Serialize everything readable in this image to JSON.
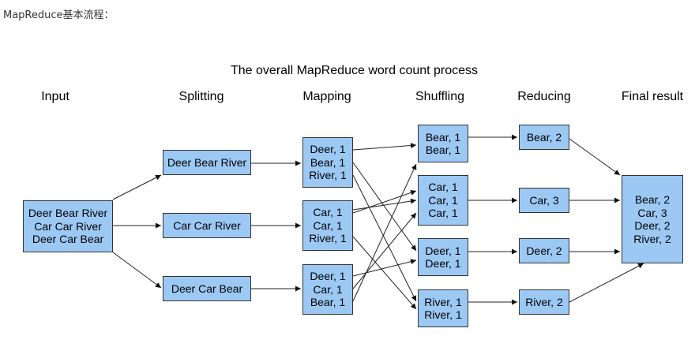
{
  "caption": "MapReduce基本流程：",
  "diagram": {
    "title": "The overall MapReduce word count process",
    "stages": [
      "Input",
      "Splitting",
      "Mapping",
      "Shuffling",
      "Reducing",
      "Final result"
    ],
    "input": [
      "Deer Bear River",
      "Car Car River",
      "Deer Car Bear"
    ],
    "splits": [
      [
        "Deer Bear River"
      ],
      [
        "Car Car River"
      ],
      [
        "Deer Car Bear"
      ]
    ],
    "mapping": [
      [
        "Deer, 1",
        "Bear, 1",
        "River, 1"
      ],
      [
        "Car, 1",
        "Car, 1",
        "River, 1"
      ],
      [
        "Deer, 1",
        "Car, 1",
        "Bear, 1"
      ]
    ],
    "shuffling": [
      [
        "Bear, 1",
        "Bear, 1"
      ],
      [
        "Car, 1",
        "Car, 1",
        "Car, 1"
      ],
      [
        "Deer, 1",
        "Deer, 1"
      ],
      [
        "River, 1",
        "River, 1"
      ]
    ],
    "reducing": [
      "Bear, 2",
      "Car, 3",
      "Deer, 2",
      "River, 2"
    ],
    "final_result": [
      "Bear, 2",
      "Car, 3",
      "Deer, 2",
      "River, 2"
    ],
    "colors": {
      "box_fill": "#9cc8f4",
      "box_border": "#333333",
      "arrow": "#111111"
    }
  }
}
